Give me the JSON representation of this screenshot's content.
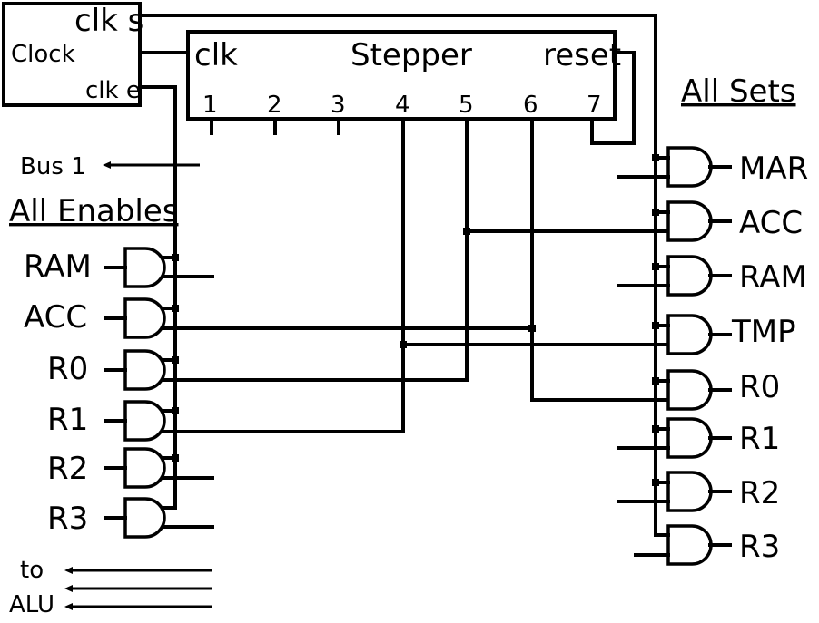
{
  "clock": {
    "title": "Clock",
    "clk_s": "clk s",
    "clk_e": "clk e"
  },
  "stepper": {
    "title": "Stepper",
    "clk": "clk",
    "reset": "reset",
    "steps": [
      "1",
      "2",
      "3",
      "4",
      "5",
      "6",
      "7"
    ]
  },
  "bus": {
    "label": "Bus 1"
  },
  "enables": {
    "heading": "All Enables",
    "items": [
      "RAM",
      "ACC",
      "R0",
      "R1",
      "R2",
      "R3"
    ]
  },
  "sets": {
    "heading": "All Sets",
    "items": [
      "MAR",
      "ACC",
      "RAM",
      "TMP",
      "R0",
      "R1",
      "R2",
      "R3"
    ]
  },
  "alu": {
    "label_line1": "to",
    "label_line2": "ALU"
  }
}
